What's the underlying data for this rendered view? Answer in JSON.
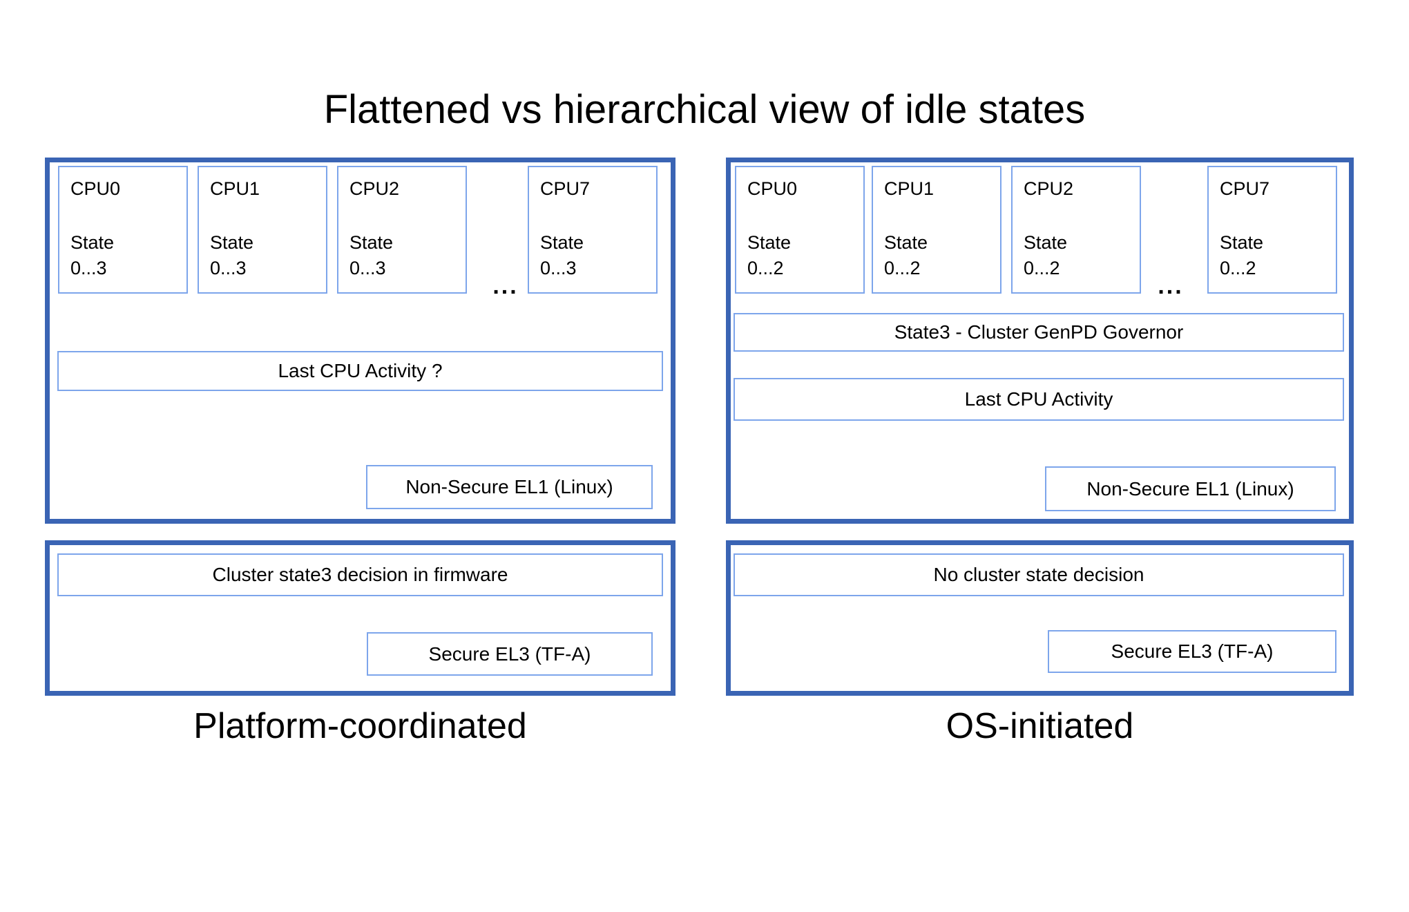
{
  "title": "Flattened vs hierarchical view of idle states",
  "colors": {
    "outer_border": "#3a64b4",
    "inner_border": "#7da5eb",
    "text": "#000000",
    "background": "#ffffff"
  },
  "left_panel": {
    "caption": "Platform-coordinated",
    "cpu_cards": [
      {
        "name": "CPU0",
        "state_label": "State",
        "state_range": "0...3"
      },
      {
        "name": "CPU1",
        "state_label": "State",
        "state_range": "0...3"
      },
      {
        "name": "CPU2",
        "state_label": "State",
        "state_range": "0...3"
      },
      {
        "name": "CPU7",
        "state_label": "State",
        "state_range": "0...3"
      }
    ],
    "ellipsis": "...",
    "activity_box": "Last CPU Activity ?",
    "el1_box": "Non-Secure EL1 (Linux)",
    "firmware_decision_box": "Cluster state3 decision in firmware",
    "el3_box": "Secure EL3 (TF-A)"
  },
  "right_panel": {
    "caption": "OS-initiated",
    "cpu_cards": [
      {
        "name": "CPU0",
        "state_label": "State",
        "state_range": "0...2"
      },
      {
        "name": "CPU1",
        "state_label": "State",
        "state_range": "0...2"
      },
      {
        "name": "CPU2",
        "state_label": "State",
        "state_range": "0...2"
      },
      {
        "name": "CPU7",
        "state_label": "State",
        "state_range": "0...2"
      }
    ],
    "ellipsis": "...",
    "governor_box": "State3 - Cluster GenPD Governor",
    "activity_box": "Last CPU Activity",
    "el1_box": "Non-Secure EL1 (Linux)",
    "decision_box": "No cluster state decision",
    "el3_box": "Secure EL3 (TF-A)"
  }
}
